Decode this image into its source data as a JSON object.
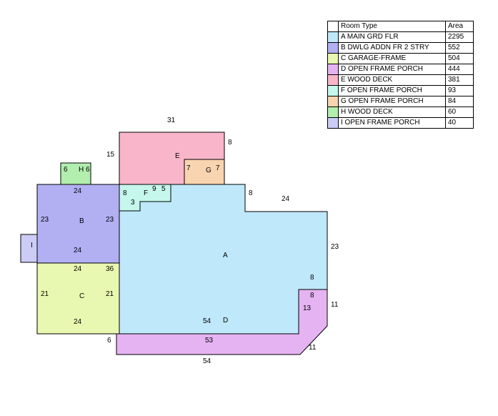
{
  "legend": {
    "col_type": "Room Type",
    "col_area": "Area",
    "rows": [
      {
        "key": "A",
        "label": "A MAIN GRD FLR",
        "area": "2295",
        "color": "#bfe8fb"
      },
      {
        "key": "B",
        "label": "B DWLG ADDN FR 2 STRY",
        "area": "552",
        "color": "#b2aff3"
      },
      {
        "key": "C",
        "label": "C GARAGE-FRAME",
        "area": "504",
        "color": "#e9f8b0"
      },
      {
        "key": "D",
        "label": "D OPEN FRAME PORCH",
        "area": "444",
        "color": "#e5b3f2"
      },
      {
        "key": "E",
        "label": "E WOOD DECK",
        "area": "381",
        "color": "#f9b6cb"
      },
      {
        "key": "F",
        "label": "F OPEN FRAME PORCH",
        "area": "93",
        "color": "#c5f7ec"
      },
      {
        "key": "G",
        "label": "G OPEN FRAME PORCH",
        "area": "84",
        "color": "#f8d4b0"
      },
      {
        "key": "H",
        "label": "H WOOD DECK",
        "area": "60",
        "color": "#b2eeae"
      },
      {
        "key": "I",
        "label": "I OPEN FRAME PORCH",
        "area": "40",
        "color": "#ccccf7"
      }
    ]
  },
  "rooms": {
    "A": {
      "letter": "A"
    },
    "B": {
      "letter": "B"
    },
    "C": {
      "letter": "C"
    },
    "D": {
      "letter": "D"
    },
    "E": {
      "letter": "E"
    },
    "F": {
      "letter": "F"
    },
    "G": {
      "letter": "G"
    },
    "H": {
      "letter": "H"
    },
    "I": {
      "letter": "I"
    }
  },
  "dims": {
    "e_top": "31",
    "e_left": "15",
    "e_right": "8",
    "h_left": "6",
    "h_right": "6",
    "g_left": "7",
    "g_right": "7",
    "f_left": "8",
    "f_mid": "9",
    "f_right": "5",
    "f_bottom": "3",
    "b_top": "24",
    "b_left": "23",
    "b_right": "23",
    "b_bottom": "24",
    "a_step": "8",
    "a_top_right": "24",
    "a_right": "23",
    "a_inner": "8",
    "a_inner_top": "36",
    "a_bottom": "54",
    "c_top": "24",
    "c_left": "21",
    "c_right": "21",
    "c_bottom": "24",
    "d_top": "8",
    "d_left": "13",
    "d_right": "11",
    "d_diag": "11",
    "d_inner": "53",
    "d_end": "6",
    "d_bottom": "54"
  }
}
